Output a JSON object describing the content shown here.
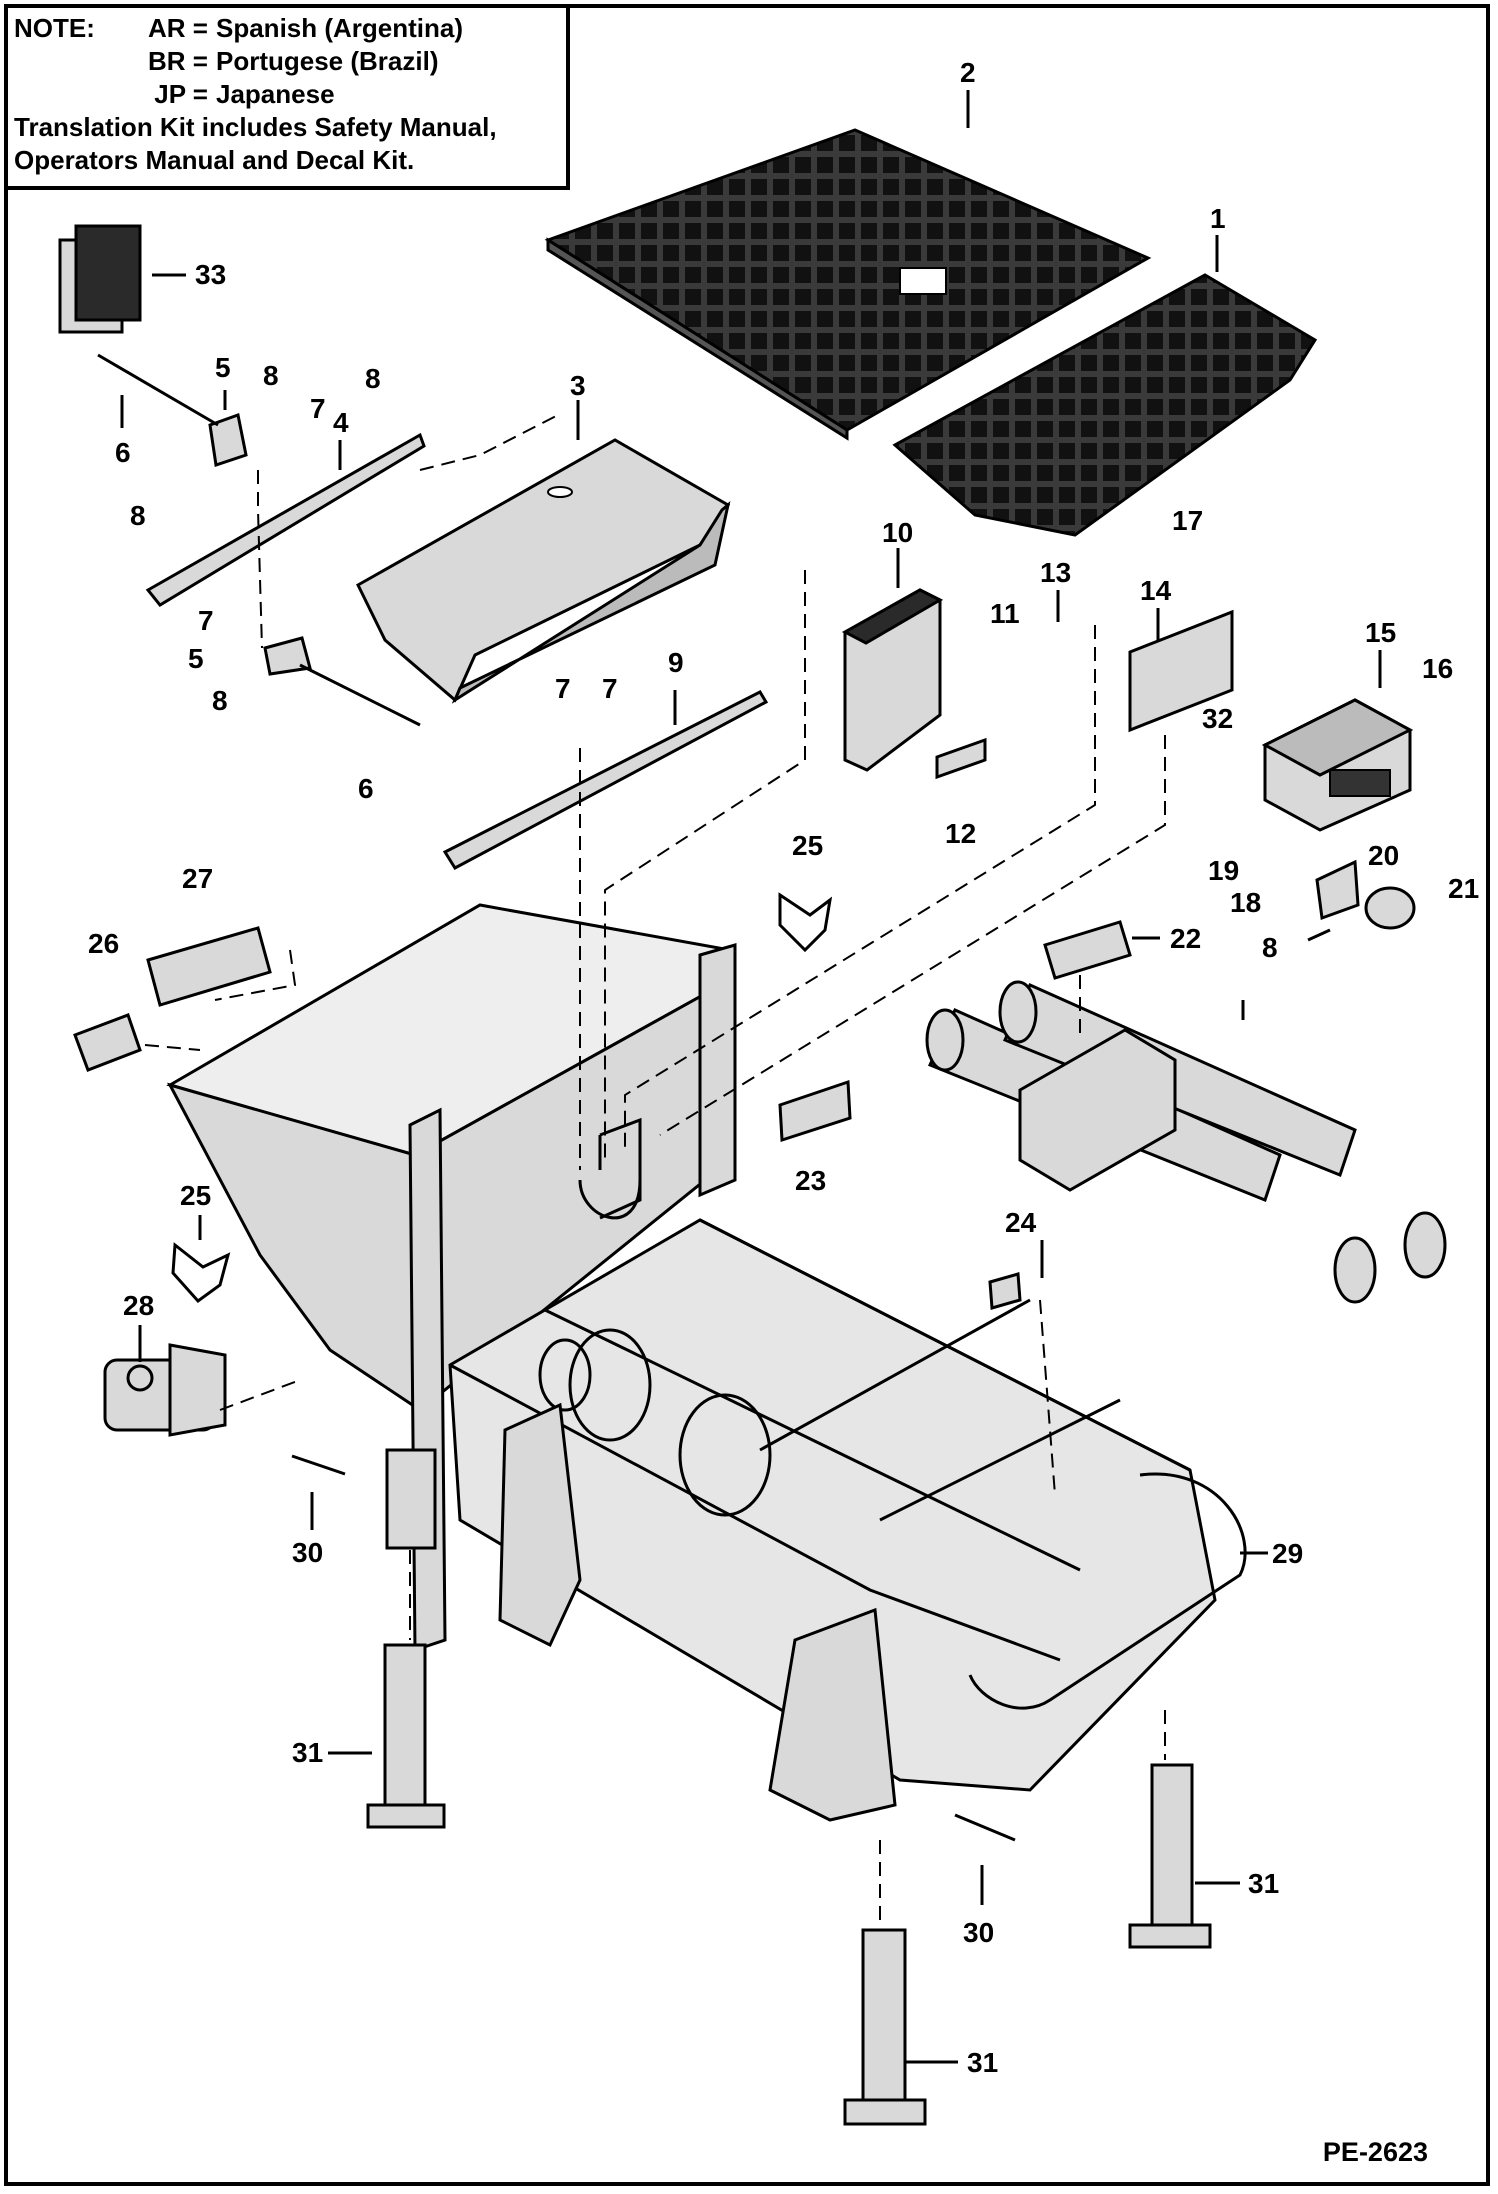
{
  "note": {
    "heading": "NOTE:",
    "codes": [
      {
        "code": "AR =",
        "meaning": "Spanish (Argentina)"
      },
      {
        "code": "BR =",
        "meaning": "Portugese (Brazil)"
      },
      {
        "code": "JP =",
        "meaning": "Japanese"
      }
    ],
    "kit_line_1": "Translation Kit includes Safety Manual,",
    "kit_line_2": "Operators Manual and Decal Kit."
  },
  "callouts": [
    "33",
    "5",
    "8",
    "8",
    "7",
    "4",
    "3",
    "2",
    "1",
    "6",
    "8",
    "7",
    "5",
    "8",
    "7",
    "7",
    "9",
    "6",
    "10",
    "11",
    "13",
    "14",
    "17",
    "15",
    "16",
    "32",
    "12",
    "25",
    "27",
    "26",
    "19",
    "20",
    "21",
    "18",
    "8",
    "22",
    "23",
    "25",
    "24",
    "28",
    "30",
    "29",
    "31",
    "31",
    "30",
    "31"
  ],
  "reference": "PE-2623",
  "colors": {
    "line": "#000000",
    "fill": "#d9d9d9",
    "dark": "#2a2a2a"
  }
}
